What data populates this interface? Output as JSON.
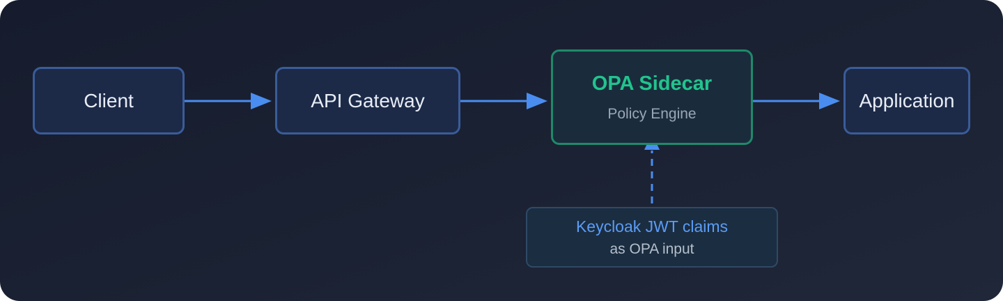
{
  "diagram": {
    "nodes": {
      "client": {
        "label": "Client"
      },
      "gateway": {
        "label": "API Gateway"
      },
      "opa": {
        "title": "OPA Sidecar",
        "subtitle": "Policy Engine"
      },
      "app": {
        "label": "Application"
      },
      "keycloak": {
        "title": "Keycloak JWT claims",
        "subtitle": "as OPA input"
      }
    },
    "edges": [
      {
        "from": "client",
        "to": "gateway",
        "style": "solid"
      },
      {
        "from": "gateway",
        "to": "opa",
        "style": "solid"
      },
      {
        "from": "opa",
        "to": "app",
        "style": "solid"
      },
      {
        "from": "keycloak",
        "to": "opa",
        "style": "dashed"
      }
    ],
    "colors": {
      "arrow": "#4a8df0",
      "accent_green": "#22c38e",
      "accent_blue": "#5b9cf6"
    }
  }
}
